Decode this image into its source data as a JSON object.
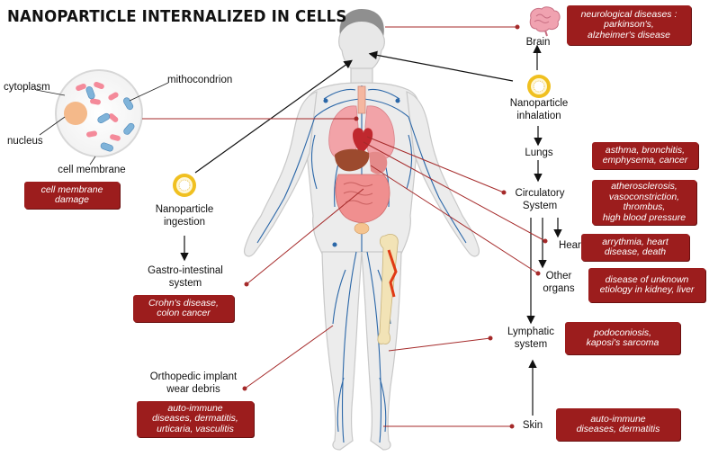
{
  "title": "NANOPARTICLE INTERNALIZED IN CELLS",
  "cell": {
    "cytoplasm": "cytoplasm",
    "mitochondrion": "mithocondrion",
    "nucleus": "nucleus",
    "membrane": "cell membrane",
    "damage": "cell membrane\ndamage"
  },
  "routes": {
    "inhalation": "Nanoparticle\ninhalation",
    "ingestion": "Nanoparticle\ningestion",
    "gi": "Gastro-intestinal\nsystem",
    "implant": "Orthopedic implant\nwear debris",
    "skin": "Skin"
  },
  "organs": {
    "brain": "Brain",
    "lungs": "Lungs",
    "circulatory": "Circulatory\nSystem",
    "heart": "Heart",
    "other": "Other\norgans",
    "lymphatic": "Lymphatic\nsystem"
  },
  "diseases": {
    "brain": "neurological diseases :\nparkinson's,\nalzheimer's disease",
    "lungs": "asthma, bronchitis,\nemphysema, cancer",
    "circulatory": "atherosclerosis,\nvasoconstriction,\nthrombus,\nhigh blood pressure",
    "heart": "arrythmia, heart\ndisease, death",
    "other": "disease of unknown\netiology in kidney, liver",
    "lymphatic": "podoconiosis,\nkaposi's sarcoma",
    "gi": "Crohn's disease,\ncolon cancer",
    "implant": "auto-immune\ndiseases, dermatitis,\nurticaria, vasculitis",
    "skin": "auto-immune\ndiseases, dermatitis"
  },
  "colors": {
    "box": "#9c1d1d",
    "connector": "#a52a2a",
    "skin": "#e9e9e9",
    "vessel": "#2b67a8",
    "lung": "#f2a3a8",
    "intestine": "#f08f8f",
    "nanoparticle": "#f0c020"
  }
}
